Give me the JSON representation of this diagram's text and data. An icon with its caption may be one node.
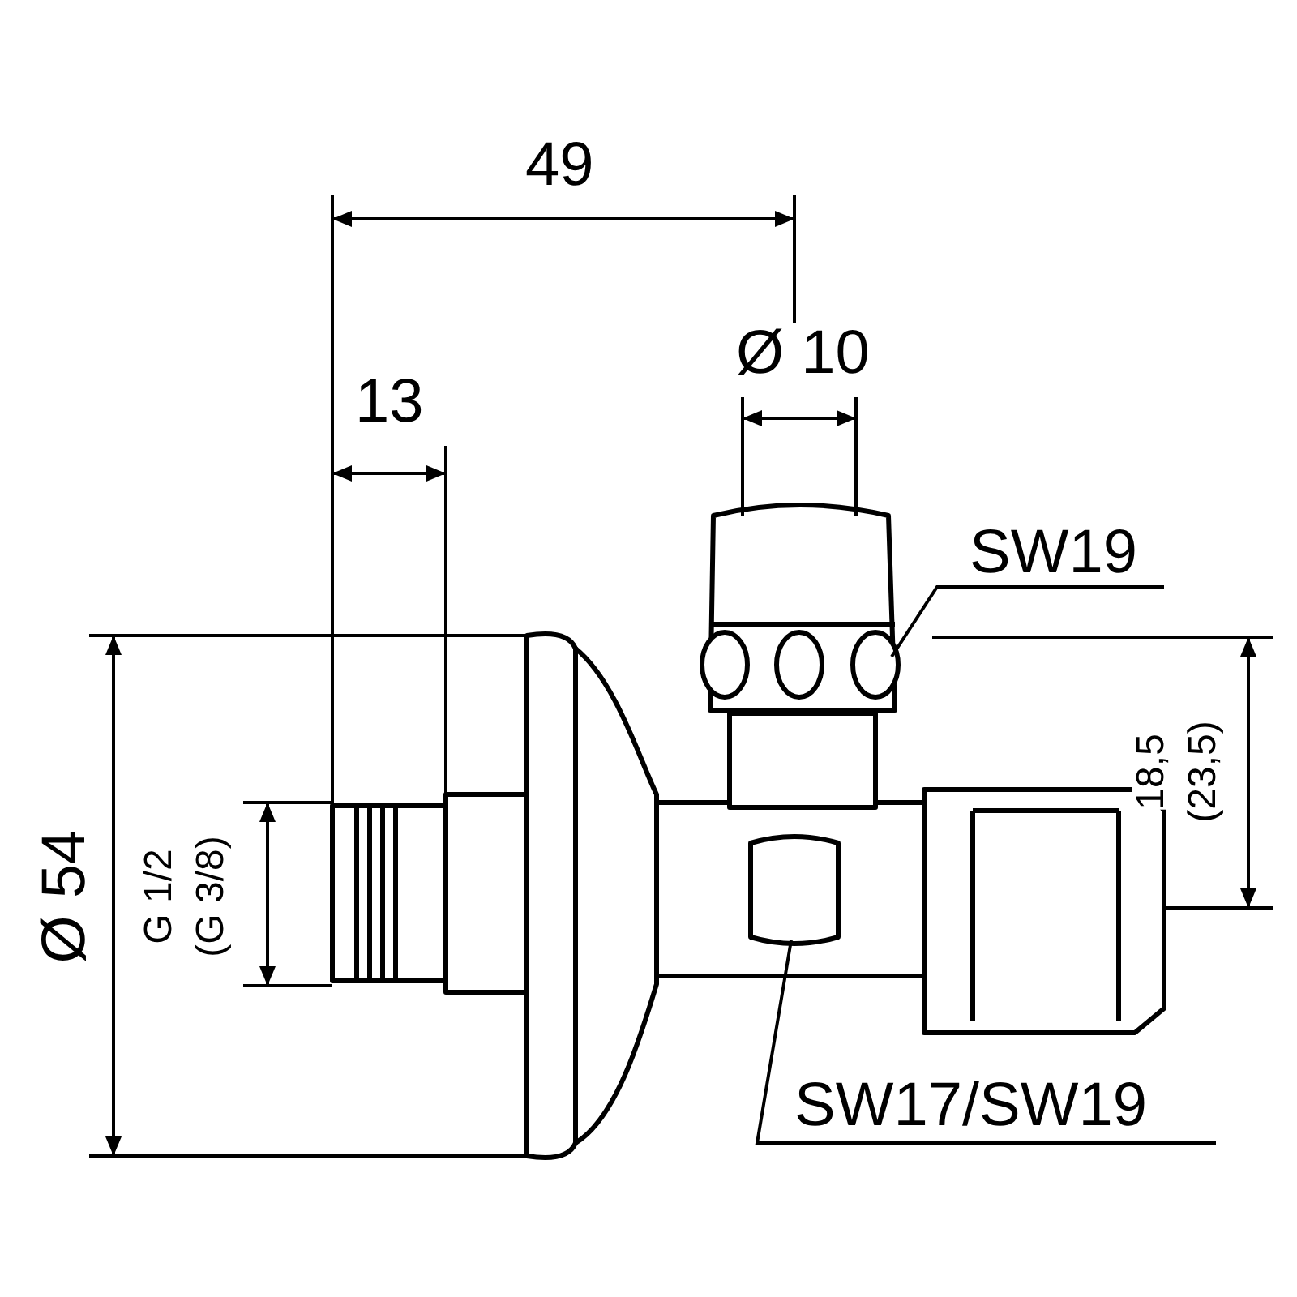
{
  "diagram": {
    "nodes": [
      {
        "text": [
          "SW19"
        ]
      },
      {
        "text": [
          "SW17/SW19"
        ]
      }
    ],
    "edges": [
      {
        "from": 0,
        "to": null,
        "arrow": "none"
      },
      {
        "from": 1,
        "to": null,
        "arrow": "none"
      }
    ],
    "labels": [
      "49",
      "13",
      "Ø 10",
      "18,5",
      "(23,5)",
      "Ø 54",
      "G 1/2",
      "(G 3/8)"
    ]
  }
}
